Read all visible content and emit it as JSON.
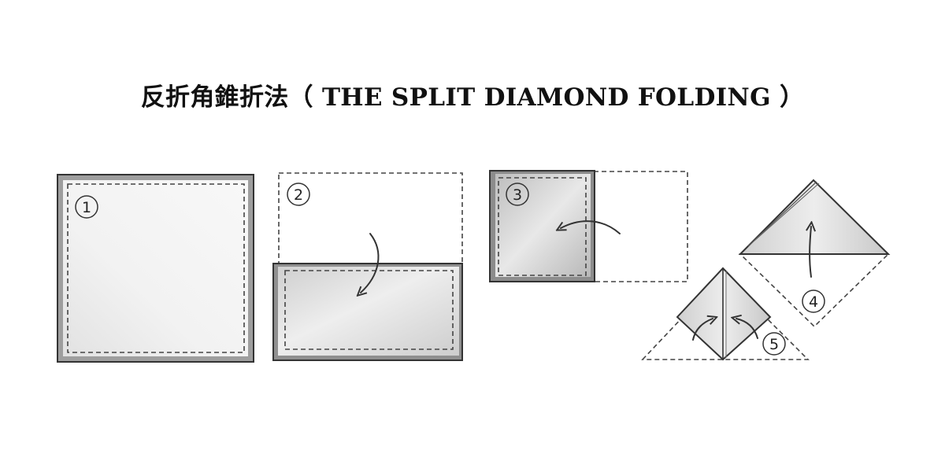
{
  "title": "反折角錐折法（ THE SPLIT DIAMOND FOLDING ）",
  "steps": [
    {
      "number": "1"
    },
    {
      "number": "2"
    },
    {
      "number": "3"
    },
    {
      "number": "4"
    },
    {
      "number": "5"
    }
  ],
  "colors": {
    "ink": "#333333",
    "fabric_light": "#f4f4f4",
    "fabric_shade": "#cfcfcf",
    "fabric_dark": "#9a9a9a"
  }
}
